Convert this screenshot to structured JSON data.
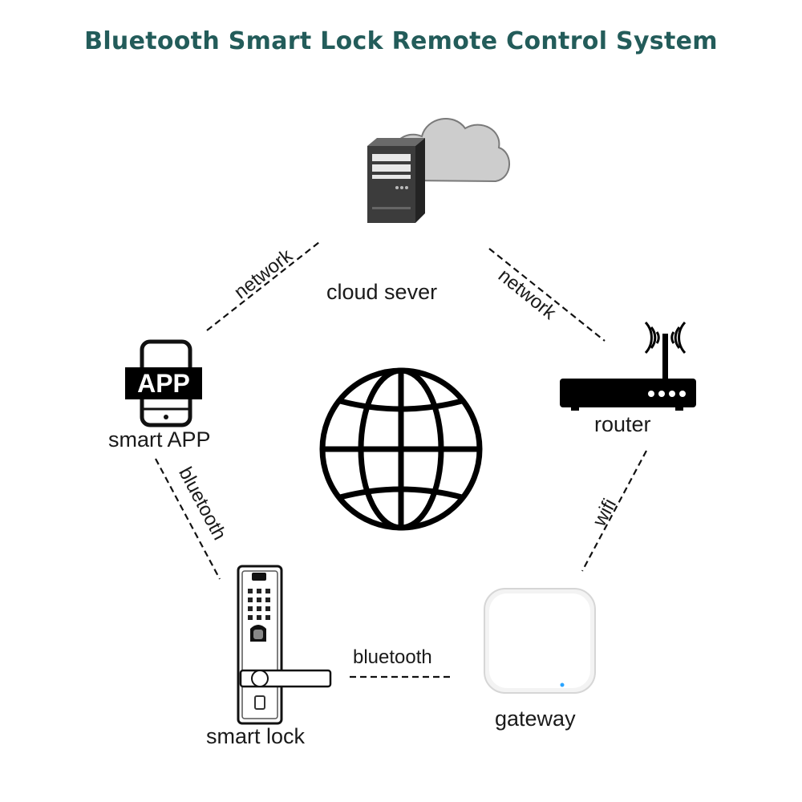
{
  "title": "Bluetooth Smart Lock Remote Control System",
  "colors": {
    "title": "#235c5a",
    "ink": "#111111",
    "cloud": "#c9c9c9",
    "gateway_led": "#2aa4ff"
  },
  "nodes": {
    "cloud_server": {
      "label": "cloud sever",
      "icon": "server-cloud-icon"
    },
    "smart_app": {
      "label": "smart APP",
      "icon": "phone-app-icon",
      "badge": "APP"
    },
    "router": {
      "label": "router",
      "icon": "router-icon"
    },
    "smart_lock": {
      "label": "smart lock",
      "icon": "smart-lock-icon"
    },
    "gateway": {
      "label": "gateway",
      "icon": "gateway-icon"
    },
    "center": {
      "icon": "globe-icon"
    }
  },
  "links": {
    "app_cloud": "network",
    "cloud_router": "network",
    "router_gateway": "wifi",
    "lock_gateway": "bluetooth",
    "app_lock": "bluetooth"
  }
}
